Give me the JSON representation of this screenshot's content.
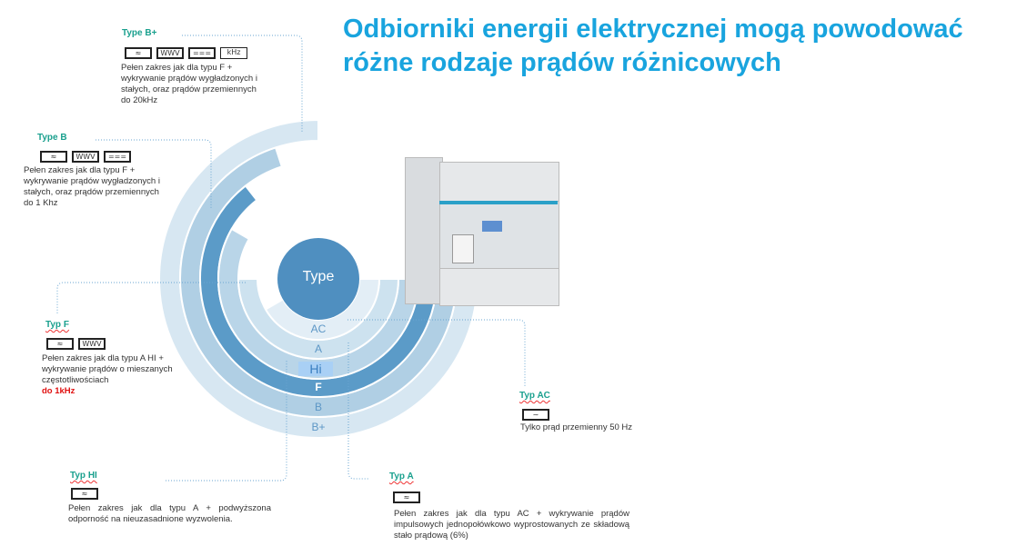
{
  "title": "Odbiorniki energii elektrycznej mogą powodować różne rodzaje prądów różnicowych",
  "center_label": "Type",
  "rings": [
    "AC",
    "A",
    "Hi",
    "F",
    "B",
    "B+"
  ],
  "types": {
    "bplus": {
      "heading": "Type B+",
      "icons": [
        "smooth-wave",
        "pulsed-wave",
        "dc",
        "kHz"
      ],
      "kHz": "kHz",
      "desc": "Pełen zakres jak dla typu F + wykrywanie prądów wygładzonych i stałych, oraz prądów przemiennych do 20kHz"
    },
    "b": {
      "heading": "Type B",
      "desc": "Pełen zakres jak dla typu F + wykrywanie prądów wygładzonych i stałych, oraz prądów przemiennych do 1 Khz"
    },
    "f": {
      "heading": "Typ F",
      "desc": "Pełen zakres jak dla typu A HI + wykrywanie prądów o mieszanych częstotliwościach",
      "highlight": "do  1kHz"
    },
    "hi": {
      "heading": "Typ HI",
      "desc": "Pełen zakres jak dla typu A + podwyższona odporność na nieuzasadnione wyzwolenia."
    },
    "a": {
      "heading": "Typ A",
      "desc": "Pełen zakres jak dla typu AC + wykrywanie prądów impulsowych jednopołówkowo wyprostowanych ze składową stało prądową (6%)"
    },
    "ac": {
      "heading": "Typ AC",
      "desc": "Tylko prąd przemienny 50 Hz"
    }
  },
  "colors": {
    "title": "#19a4de",
    "heading": "#1aa08e",
    "accent": "#4f8fc0"
  }
}
